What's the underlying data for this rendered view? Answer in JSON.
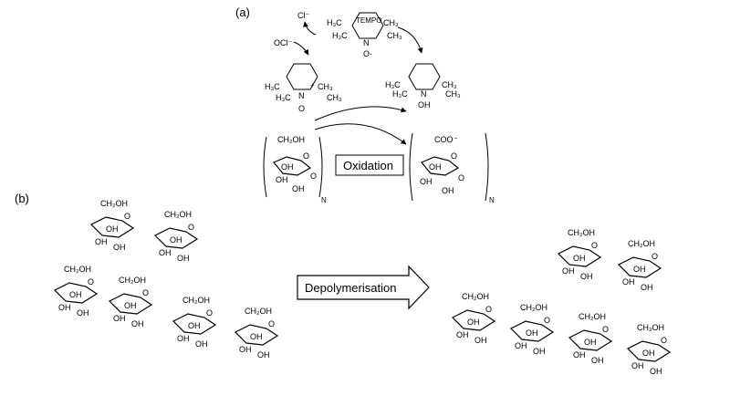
{
  "panels": {
    "a": "(a)",
    "b": "(b)"
  },
  "reaction": {
    "chloride": "Cl⁻",
    "hypochlorite": "OCl⁻",
    "tempo_tag": "TEMPO",
    "oxidation_label": "Oxidation",
    "carboxylate": "COO",
    "repeat_n": "N"
  },
  "depolymerisation_label": "Depolymerisation",
  "chem": {
    "ch2oh": "CH₂OH",
    "oh": "OH",
    "o": "O",
    "ch2": "CH₂",
    "h3c": "H₃C",
    "ch3": "CH₃",
    "n": "N",
    "plus": "+",
    "o_rad": "O·"
  }
}
